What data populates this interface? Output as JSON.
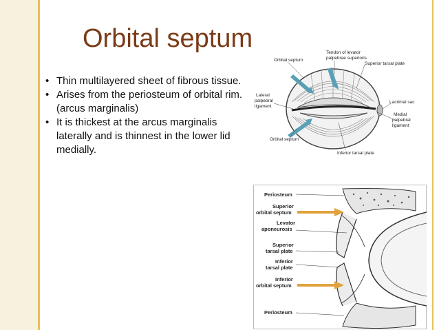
{
  "slide": {
    "title": "Orbital septum",
    "bullets": [
      "Thin multilayered sheet of fibrous tissue.",
      "Arises from the periosteum of orbital rim.(arcus marginalis)",
      "It is thickest at the arcus marginalis laterally and is thinnest in the lower lid medially."
    ]
  },
  "figure_top": {
    "labels": {
      "orbital_septum_upper": "Orbital septum",
      "tendon_levator": "Tendon of levator",
      "palpebrae_superioris": "palpebrae superioris",
      "superior_tarsal_plate": "Superior tarsal plate",
      "lateral_1": "Lateral",
      "lateral_2": "palpebral",
      "lateral_3": "ligament",
      "lacrimal_sac": "Lacrimal sac",
      "medial_1": "Medial",
      "medial_2": "palpebral",
      "medial_3": "ligament",
      "orbital_septum_lower": "Orbital septum",
      "inferior_tarsal_plate": "Inferior tarsal plate"
    }
  },
  "figure_bottom": {
    "labels": {
      "periosteum_top": "Periosteum",
      "sup_septum_1": "Superior",
      "sup_septum_2": "orbital septum",
      "levator_1": "Levator",
      "levator_2": "aponeurosis",
      "sup_tarsal_1": "Superior",
      "sup_tarsal_2": "tarsal plate",
      "inf_tarsal_1": "Inferior",
      "inf_tarsal_2": "tarsal plate",
      "inf_septum_1": "Inferior",
      "inf_septum_2": "orbital septum",
      "periosteum_bottom": "Periosteum"
    }
  },
  "colors": {
    "title": "#7a3b16",
    "accent_rule": "#e8c15a",
    "left_strip": "#f7f2dd",
    "teal_arrow": "#5aa0b4",
    "orange_arrow": "#e0a23c"
  }
}
